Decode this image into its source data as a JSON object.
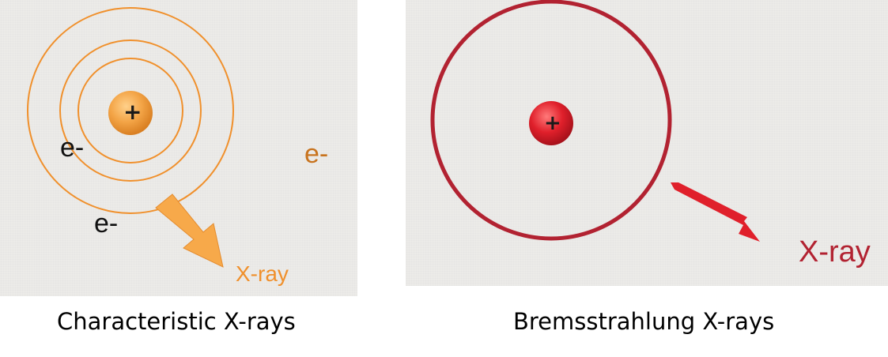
{
  "panels": {
    "characteristic": {
      "nucleus_sign": "+",
      "inner_electron_label": "e-",
      "outer_electron_label": "e-",
      "incident_electron_label": "e-",
      "xray_label": "X-ray",
      "caption": "Characteristic X-rays",
      "colors": {
        "orbit": "#f0902c",
        "nucleus": "#f3a446",
        "arrow": "#f7a94a",
        "incident_electron": "#c8731e"
      }
    },
    "bremsstrahlung": {
      "nucleus_sign": "+",
      "xray_label": "X-ray",
      "caption": "Bremsstrahlung X-rays",
      "colors": {
        "orbit": "#b22231",
        "nucleus": "#e0202b",
        "arrow": "#e0202b"
      }
    }
  }
}
